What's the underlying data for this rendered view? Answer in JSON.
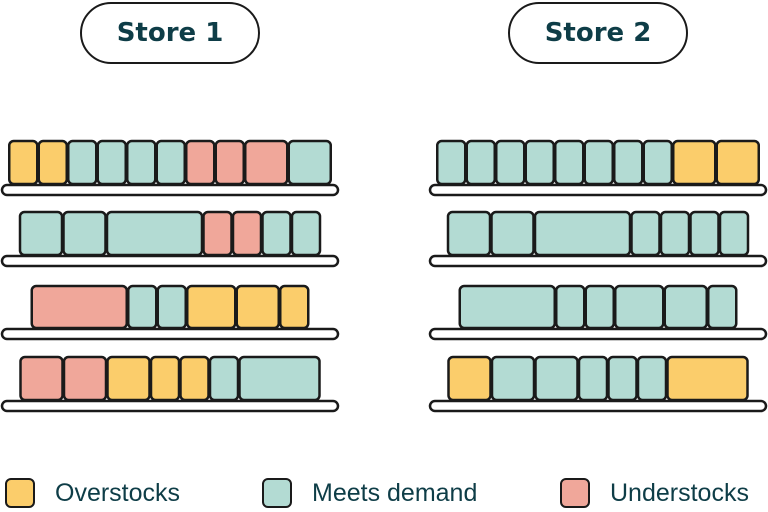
{
  "colors": {
    "overstock": "#fbcd6b",
    "meets": "#b3dbd3",
    "understock": "#f0a79a",
    "outline": "#1a1a1a",
    "text": "#0e3d47"
  },
  "stores": [
    {
      "title": "Store 1",
      "shelves": [
        [
          "over",
          "over",
          "meets",
          "meets",
          "meets",
          "meets",
          "under",
          "under",
          "under",
          "meets"
        ],
        [
          "meets",
          "meets",
          "meets",
          "under",
          "under",
          "meets",
          "meets"
        ],
        [
          "under",
          "meets",
          "meets",
          "over",
          "over",
          "over"
        ],
        [
          "under",
          "under",
          "over",
          "over",
          "over",
          "meets",
          "meets"
        ]
      ]
    },
    {
      "title": "Store 2",
      "shelves": [
        [
          "meets",
          "meets",
          "meets",
          "meets",
          "meets",
          "meets",
          "meets",
          "meets",
          "over",
          "over"
        ],
        [
          "meets",
          "meets",
          "meets",
          "meets",
          "meets",
          "meets",
          "meets"
        ],
        [
          "meets",
          "meets",
          "meets",
          "meets",
          "meets",
          "meets"
        ],
        [
          "over",
          "meets",
          "meets",
          "meets",
          "meets",
          "meets",
          "over"
        ]
      ]
    }
  ],
  "legend": {
    "overstocks": "Overstocks",
    "meets_demand": "Meets demand",
    "understocks": "Understocks"
  }
}
